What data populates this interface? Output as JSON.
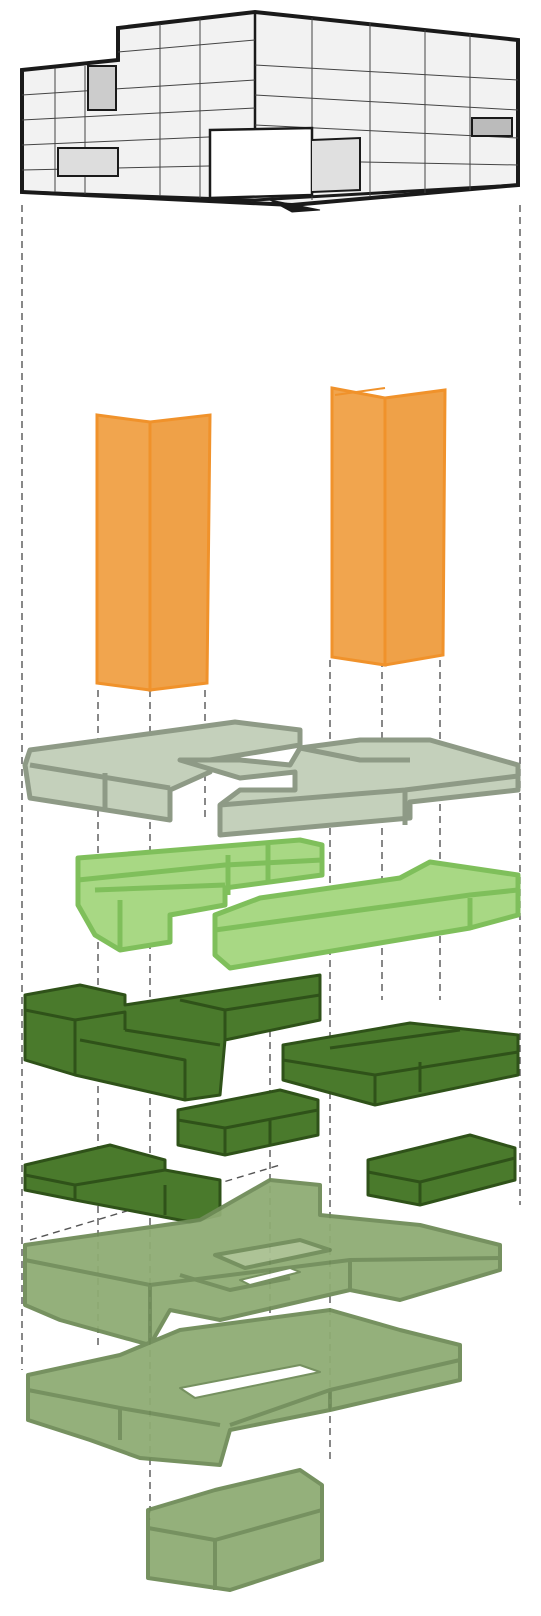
{
  "diagram": {
    "type": "exploded-axonometric",
    "layers": [
      {
        "id": "building-envelope",
        "fill": "#f2f2f2",
        "stroke": "#1a1a1a"
      },
      {
        "id": "cores",
        "fill": "#f1a54e",
        "stroke": "#f0922b"
      },
      {
        "id": "level-a",
        "fill": "#c4d0bb",
        "stroke": "#8e9a86"
      },
      {
        "id": "level-b",
        "fill": "#a8d884",
        "stroke": "#7fbf5b"
      },
      {
        "id": "level-c",
        "fill": "#4a7a2c",
        "stroke": "#2f5219"
      },
      {
        "id": "level-d",
        "fill": "#8fac74",
        "stroke": "#6f8c58"
      }
    ],
    "guide_color": "#555555"
  }
}
